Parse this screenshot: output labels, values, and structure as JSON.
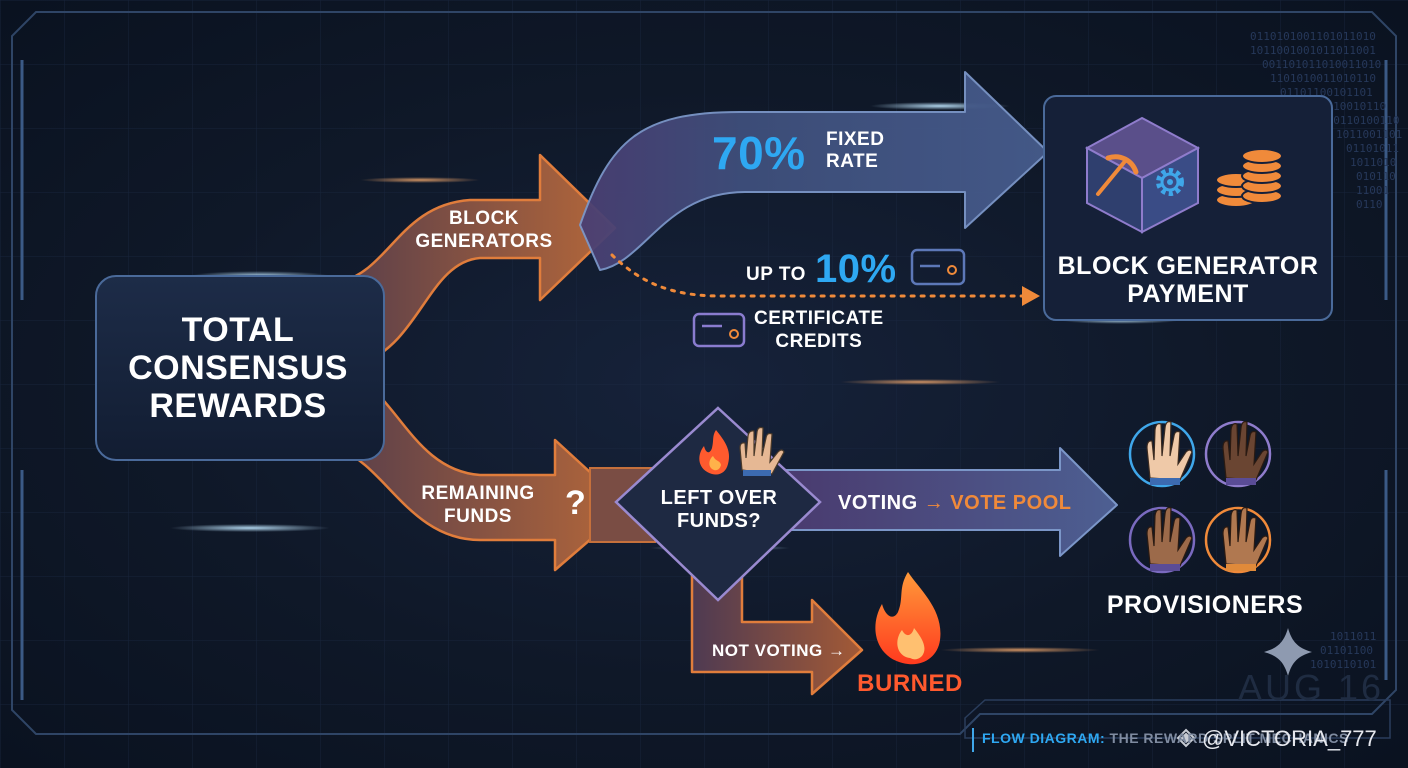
{
  "source": {
    "title_line1": "TOTAL",
    "title_line2": "CONSENSUS",
    "title_line3": "REWARDS"
  },
  "block_generators": {
    "line1": "BLOCK",
    "line2": "GENERATORS"
  },
  "fixed": {
    "percent": "70%",
    "line1": "FIXED",
    "line2": "RATE"
  },
  "up_to": {
    "prefix": "UP TO",
    "percent": "10%"
  },
  "certificate": {
    "line1": "CERTIFICATE",
    "line2": "CREDITS"
  },
  "payment": {
    "line1": "BLOCK GENERATOR",
    "line2": "PAYMENT"
  },
  "remaining": {
    "line1": "REMAINING",
    "line2": "FUNDS",
    "mark": "?"
  },
  "decision": {
    "line1": "LEFT OVER",
    "line2": "FUNDS?"
  },
  "voting": {
    "label": "VOTING",
    "arrow": "→",
    "target": "VOTE POOL"
  },
  "not_voting": {
    "label": "NOT VOTING",
    "arrow": "→"
  },
  "burned": {
    "label": "BURNED"
  },
  "provisioners": {
    "label": "PROVISIONERS"
  },
  "watermark": {
    "date": "AUG 16",
    "handle": "@VICTORIA_777"
  },
  "footer": {
    "prefix": "FLOW DIAGRAM:",
    "text": "THE REWARD SPLIT MECHANICS"
  },
  "colors": {
    "accent_blue": "#2ea8f2",
    "accent_orange": "#f08a3a",
    "panel_border": "#4a6a9a",
    "burn_red": "#ff5a2e",
    "flow_blue": "#41557e",
    "flow_orange": "#a8613a",
    "flow_purple": "#5a4c84"
  },
  "icons": [
    "pickaxe-icon",
    "gear-icon",
    "coins-icon",
    "card-icon",
    "fire-icon",
    "hand-icon",
    "provisioner-hand-icon",
    "sparkle-icon"
  ]
}
